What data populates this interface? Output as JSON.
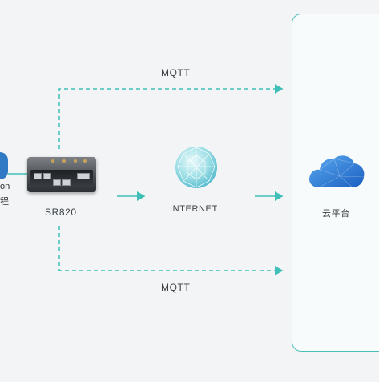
{
  "left_device": {
    "label_line1": "on",
    "label_line2": "程"
  },
  "router": {
    "name": "SR820"
  },
  "internet": {
    "label": "INTERNET"
  },
  "cloud": {
    "label": "云平台"
  },
  "connections": {
    "top_label": "MQTT",
    "bottom_label": "MQTT"
  },
  "colors": {
    "dashed_line": "#3fbfb7",
    "panel_border": "#49c0b9",
    "cloud_blue": "#1f6fd1"
  }
}
